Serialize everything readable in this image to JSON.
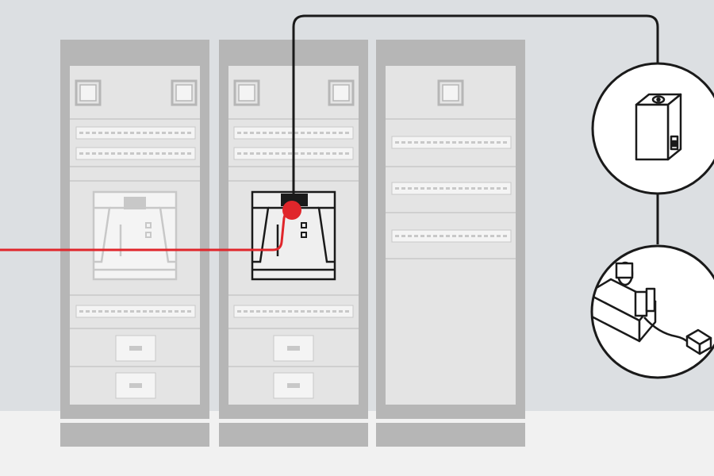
{
  "diagram": {
    "cabinet_count": 3,
    "highlighted_cabinet": 2,
    "callouts": [
      "sensor-module-detail",
      "clamp-connector-detail"
    ]
  },
  "colors": {
    "wall": "#dcdfe2",
    "floor": "#f1f1f1",
    "cabinet_frame": "#b6b6b6",
    "cabinet_face": "#e4e4e4",
    "ghost_line": "#c8c8c8",
    "highlight_fill": "#efefef",
    "highlight_line": "#1a1a1a",
    "signal_wire": "#e0262b",
    "data_wire": "#1a1a1a",
    "callout_fill": "#ffffff"
  }
}
